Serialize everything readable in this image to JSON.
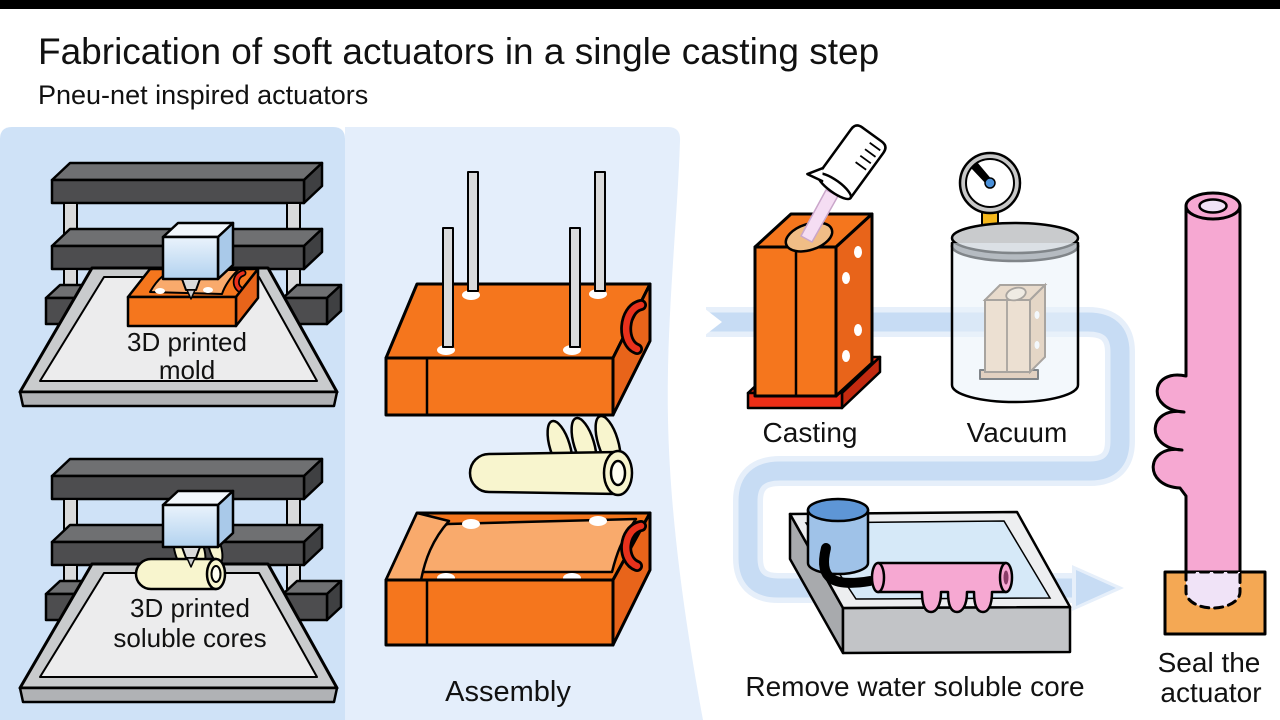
{
  "header": {
    "title": "Fabrication of soft actuators in a single casting step",
    "subtitle": "Pneu-net inspired actuators"
  },
  "printing_panel": {
    "printer_mold": {
      "caption_lines": [
        "3D printed",
        "mold"
      ]
    },
    "printer_cores": {
      "caption_lines": [
        "3D printed",
        "soluble cores"
      ]
    }
  },
  "assembly_panel": {
    "caption": "Assembly"
  },
  "steps": {
    "casting": {
      "caption": "Casting"
    },
    "vacuum": {
      "caption": "Vacuum"
    },
    "remove_core": {
      "caption": "Remove water soluble core"
    },
    "seal": {
      "caption_lines": [
        "Seal the",
        "actuator"
      ]
    }
  },
  "colors": {
    "top_bar": "#000000",
    "background": "#ffffff",
    "panel_print": "#cfe2f7",
    "panel_assembly": "#e4eefb",
    "flow_arrow_fill": "#c7dcf4",
    "flow_arrow_halo": "#e6effa",
    "mold_orange": "#f5761d",
    "mold_orange_dark": "#e8641a",
    "mold_channel_light": "#f9aa6c",
    "mold_red_accent": "#e8311c",
    "cast_base_red": "#ed2f17",
    "core_yellow": "#f8f5ce",
    "actuator_pink": "#f6a8d2",
    "actuator_opening_lavender": "#efe2f6",
    "seal_block_orange": "#f4a854",
    "water_blue": "#d6e9f8",
    "pump_blue": "#9fc2e8",
    "printer_frame_dark": "#4d4d4f",
    "metal_gray": "#c9cbcd",
    "gauge_stem_yellow": "#f5b81c",
    "vacuum_mold_tan": "#efc9a2",
    "text": "#111111"
  }
}
